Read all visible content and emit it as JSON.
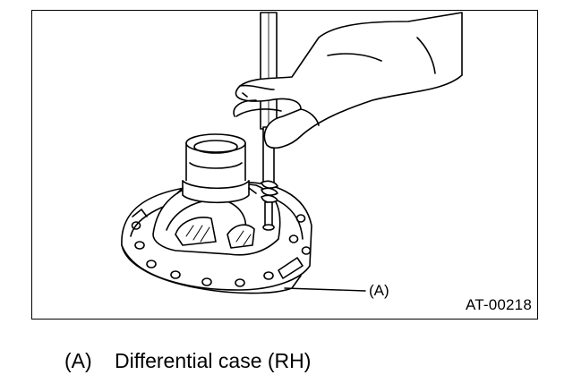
{
  "figure": {
    "id": "AT-00218",
    "callout_label": "(A)"
  },
  "legend": [
    {
      "key": "(A)",
      "text": "Differential case (RH)"
    }
  ],
  "colors": {
    "line": "#000000",
    "background": "#ffffff"
  }
}
